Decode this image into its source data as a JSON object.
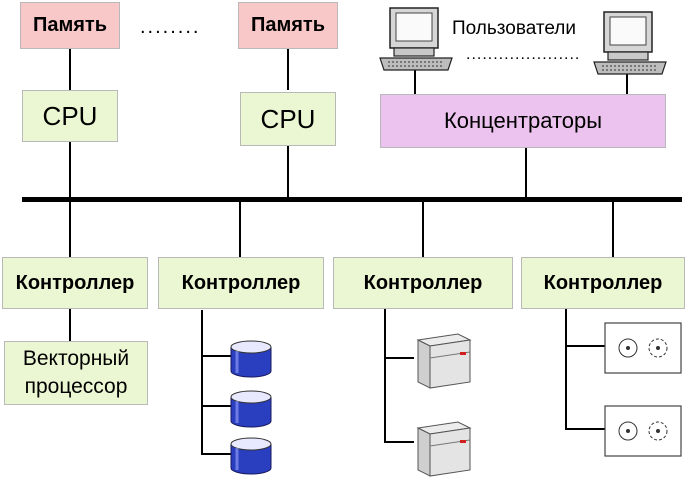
{
  "memory": [
    {
      "label": "Память"
    },
    {
      "label": "Память"
    }
  ],
  "memory_ellipsis": "........",
  "cpus": [
    {
      "label": "CPU"
    },
    {
      "label": "CPU"
    }
  ],
  "users": {
    "label": "Пользователи",
    "ellipsis": "....................."
  },
  "concentrators": {
    "label": "Концентраторы"
  },
  "controllers": [
    {
      "label": "Контроллер"
    },
    {
      "label": "Контроллер"
    },
    {
      "label": "Контроллер"
    },
    {
      "label": "Контроллер"
    }
  ],
  "vector_processor": {
    "line1": "Векторный",
    "line2": "процессор"
  },
  "devices": {
    "disks": {
      "icon": "disk-drive-icon"
    },
    "printers": {
      "icon": "printer-icon"
    },
    "tapes": {
      "icon": "tape-drive-icon"
    },
    "terminals": {
      "icon": "computer-terminal-icon"
    }
  },
  "colors": {
    "memory": "#f8c8c8",
    "module": "#ebf7d2",
    "concentrator": "#ecc2ee",
    "disk": "#2a3fc0"
  }
}
